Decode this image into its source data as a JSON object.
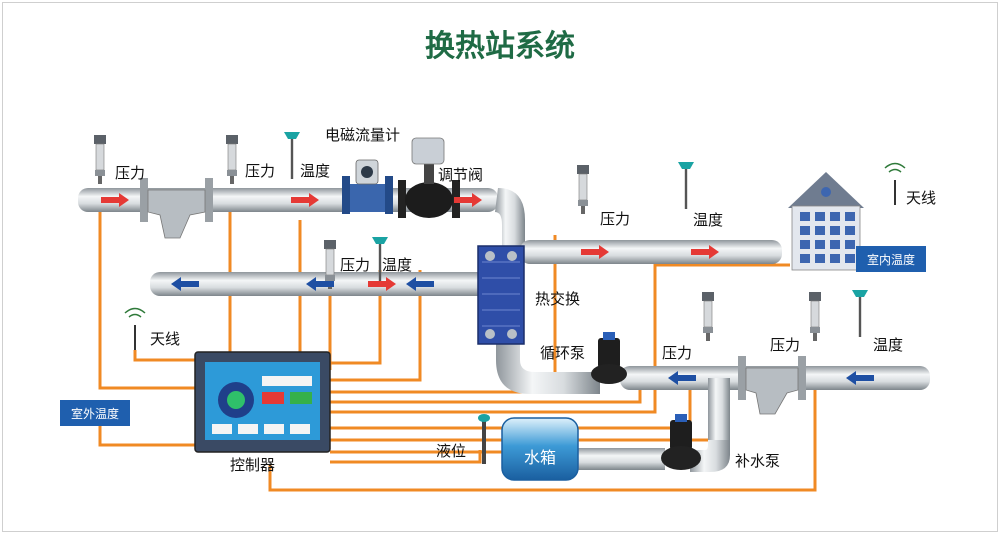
{
  "title": "换热站系统",
  "labels": {
    "pressure_1": "压力",
    "pressure_2": "压力",
    "temperature_1": "温度",
    "flowmeter": "电磁流量计",
    "control_valve": "调节阀",
    "pressure_return": "压力",
    "temperature_return": "温度",
    "pressure_supply": "压力",
    "temperature_supply": "温度",
    "antenna_building": "天线",
    "indoor_temp": "室内温度",
    "heat_exchanger": "热交换",
    "circulation_pump": "循环泵",
    "pressure_r1": "压力",
    "pressure_r2": "压力",
    "temperature_r": "温度",
    "antenna_left": "天线",
    "outdoor_temp": "室外温度",
    "level": "液位",
    "water_tank": "水箱",
    "makeup_pump": "补水泵",
    "controller": "控制器"
  },
  "colors": {
    "title": "#1f6b45",
    "pipe": "#c9ced3",
    "wire": "#f08a24",
    "arrow_hot": "#e53935",
    "arrow_cold": "#1e4fa3",
    "label_box": "#1f5fae"
  }
}
